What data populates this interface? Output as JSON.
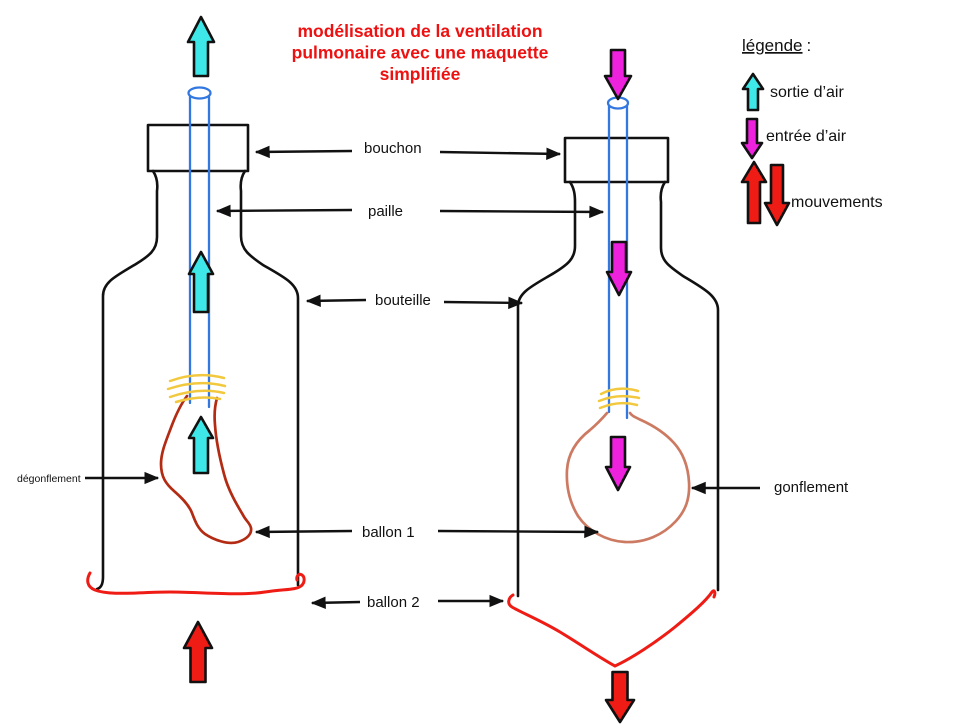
{
  "title": {
    "lines": [
      "modélisation de la ventilation",
      "pulmonaire avec une maquette",
      "simplifiée"
    ]
  },
  "legend": {
    "heading": "légende",
    "colon": ":",
    "items": [
      {
        "label": "sortie d’air",
        "arrow": "cyan-up-arrow"
      },
      {
        "label": "entrée d’air",
        "arrow": "magenta-down-arrow"
      },
      {
        "label": "mouvements",
        "arrow": "red-up-and-down-arrows"
      }
    ]
  },
  "labels": {
    "bouchon": "bouchon",
    "paille": "paille",
    "bouteille": "bouteille",
    "ballon1": "ballon 1",
    "ballon2": "ballon 2",
    "degonflement": "dégonflement",
    "gonflement": "gonflement"
  },
  "colors": {
    "cyan": "#3fe8e8",
    "magenta": "#ee22dd",
    "red": "#ee1c15",
    "straw": "#3377e0",
    "band": "#f2c93e",
    "balloon-deflated": "#b22b12",
    "balloon-inflated": "#cd7a62",
    "outline": "#111111",
    "title": "#ee1111"
  }
}
